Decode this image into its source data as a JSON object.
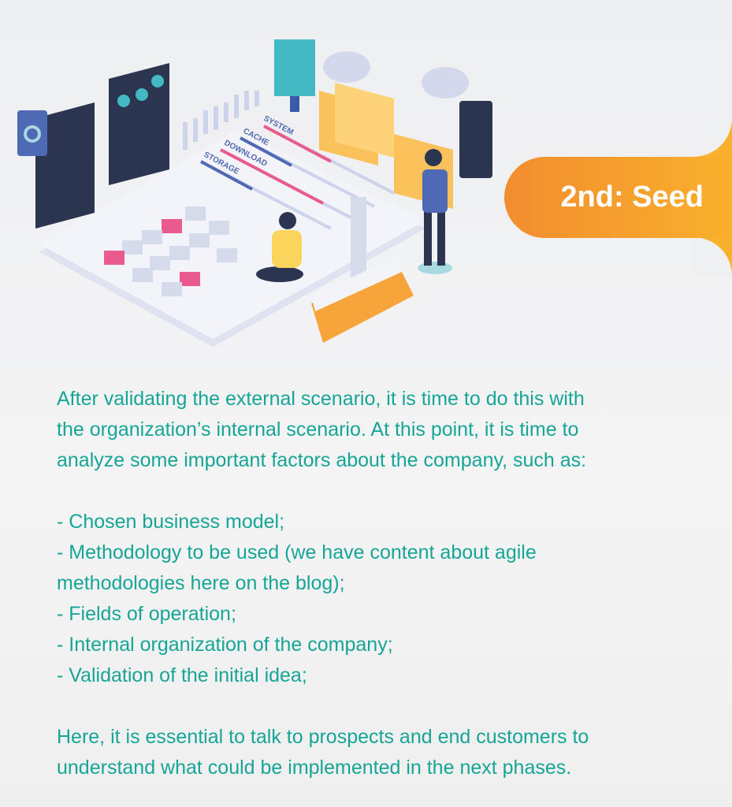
{
  "illustration": {
    "labels": [
      "SYSTEM",
      "CACHE",
      "DOWNLOAD",
      "STORAGE"
    ]
  },
  "badge": {
    "title": "2nd: Seed"
  },
  "content": {
    "intro": [
      "After validating the external scenario, it is time to do this with",
      "the organization’s internal scenario. At this point, it is time to",
      "analyze some important factors about the company, such as:"
    ],
    "list": [
      "- Chosen business model;",
      "- Methodology to be used (we have content about agile",
      "methodologies here on the blog);",
      "- Fields of operation;",
      "- Internal organization of the company;",
      "- Validation of the initial idea;"
    ],
    "outro": [
      "Here, it is essential to talk to prospects and end customers to",
      "understand what could be implemented in the next phases."
    ]
  },
  "colors": {
    "text": "#16a596",
    "badge_start": "#f28d2f",
    "badge_end": "#f9b02c"
  }
}
